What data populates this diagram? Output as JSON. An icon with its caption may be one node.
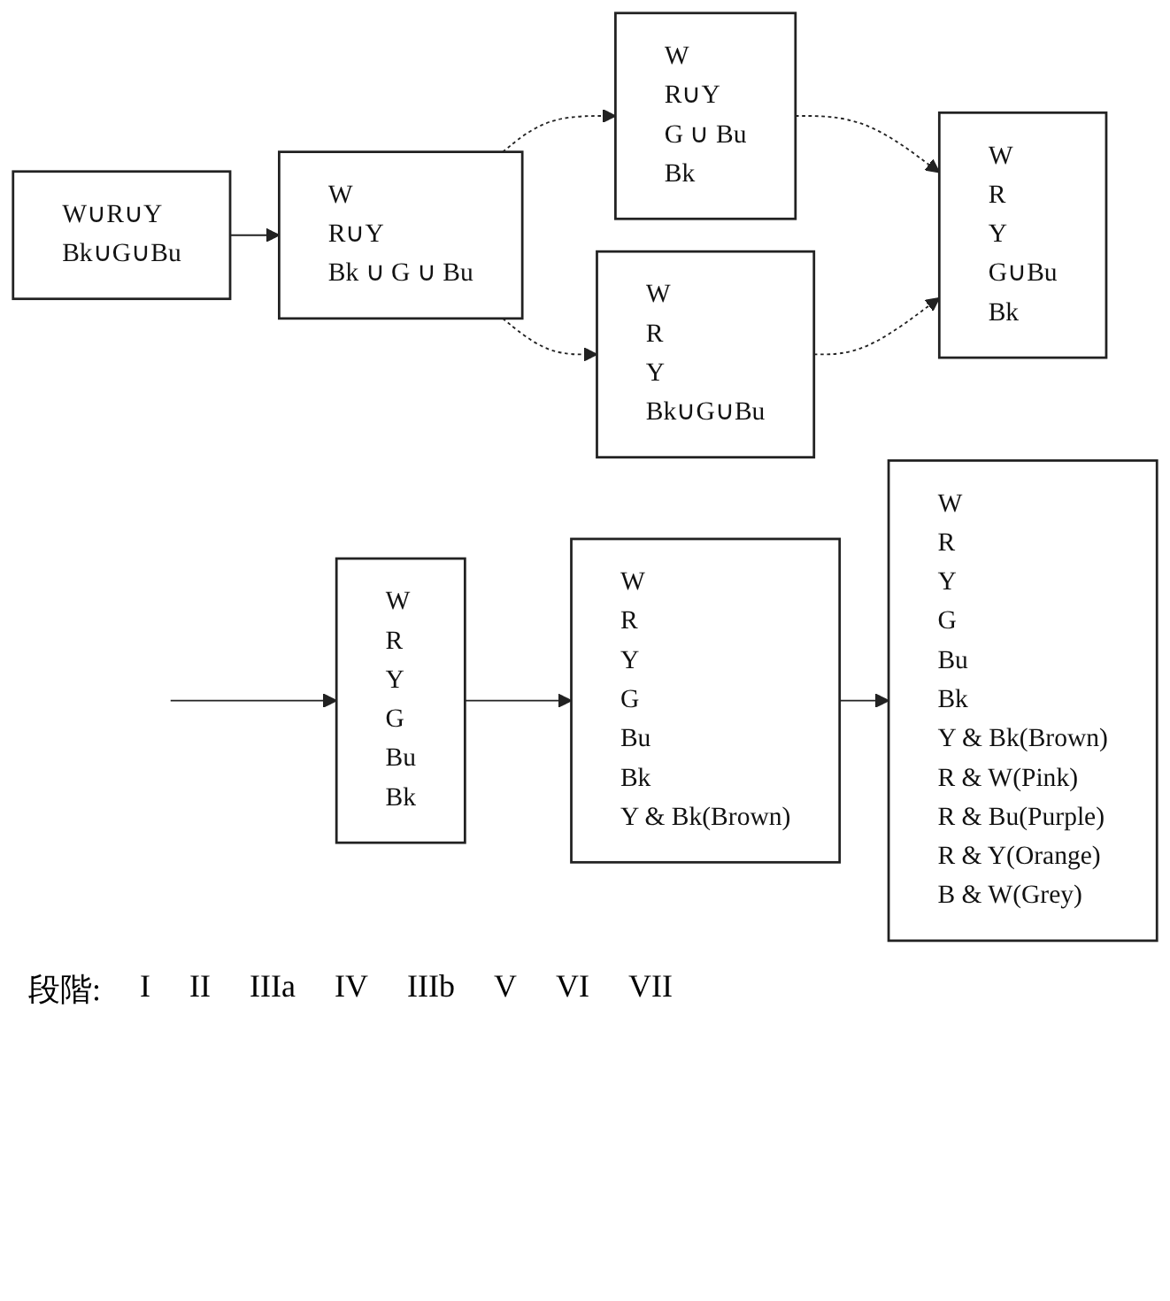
{
  "diagram": {
    "nodes": [
      {
        "text": [
          "W∪R∪Y",
          "Bk∪G∪Bu"
        ]
      },
      {
        "text": [
          "W",
          "R∪Y",
          "Bk ∪ G ∪ Bu"
        ]
      },
      {
        "text": [
          "W",
          "R∪Y",
          "G ∪ Bu",
          "Bk"
        ]
      },
      {
        "text": [
          "W",
          "R",
          "Y",
          "Bk∪G∪Bu"
        ]
      },
      {
        "text": [
          "W",
          "R",
          "Y",
          "G∪Bu",
          "Bk"
        ]
      },
      {
        "text": [
          "W",
          "R",
          "Y",
          "G",
          "Bu",
          "Bk"
        ]
      },
      {
        "text": [
          "W",
          "R",
          "Y",
          "G",
          "Bu",
          "Bk",
          "Y & Bk(Brown)"
        ]
      },
      {
        "text": [
          "W",
          "R",
          "Y",
          "G",
          "Bu",
          "Bk",
          "Y & Bk(Brown)",
          "R & W(Pink)",
          "R & Bu(Purple)",
          "R & Y(Orange)",
          "B & W(Grey)"
        ]
      }
    ],
    "edges": [
      {
        "from": 0,
        "to": 1,
        "arrow": "to"
      },
      {
        "from": 1,
        "to": 2,
        "arrow": "to",
        "style": "dashed"
      },
      {
        "from": 1,
        "to": 3,
        "arrow": "to",
        "style": "dashed"
      },
      {
        "from": 2,
        "to": 4,
        "arrow": "to",
        "style": "dashed"
      },
      {
        "from": 3,
        "to": 4,
        "arrow": "to",
        "style": "dashed"
      },
      {
        "from": null,
        "to": 5,
        "arrow": "to"
      },
      {
        "from": 5,
        "to": 6,
        "arrow": "to"
      },
      {
        "from": 6,
        "to": 7,
        "arrow": "to"
      }
    ],
    "labels": [
      "段階:",
      "I",
      "II",
      "IIIa",
      "IV",
      "IIIb",
      "V",
      "VI",
      "VII"
    ]
  }
}
